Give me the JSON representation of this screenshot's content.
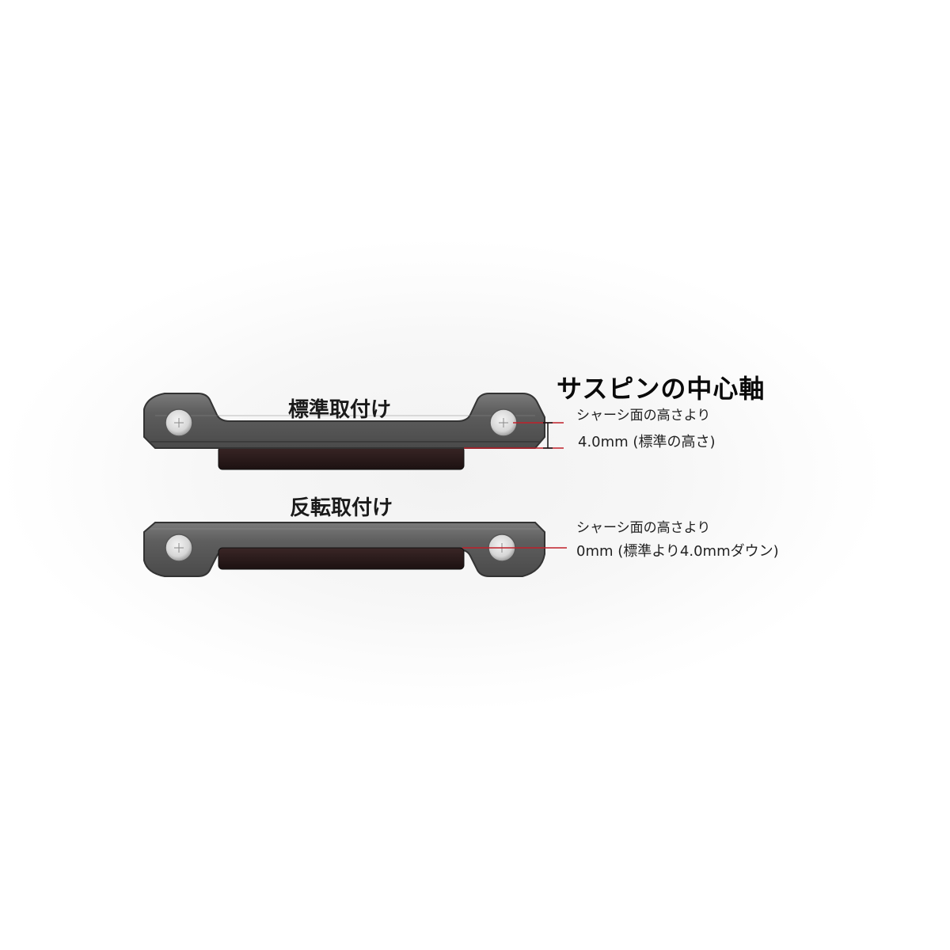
{
  "heading": "サスピンの中心軸",
  "standard_mount": {
    "title": "標準取付け",
    "note_line1": "シャーシ面の高さより",
    "note_line2": "4.0mm (標準の高さ)"
  },
  "reversed_mount": {
    "title": "反転取付け",
    "note_line1": "シャーシ面の高さより",
    "note_line2": "0mm (標準より4.0mmダウン)"
  },
  "colors": {
    "plate": "#5d5d5d",
    "plate_edge": "#3a3a3a",
    "plate_highlight": "#8a8a8a",
    "spacer": "#2a1c1c",
    "leader_line": "#c0202a",
    "dimension_line": "#c0202a"
  }
}
